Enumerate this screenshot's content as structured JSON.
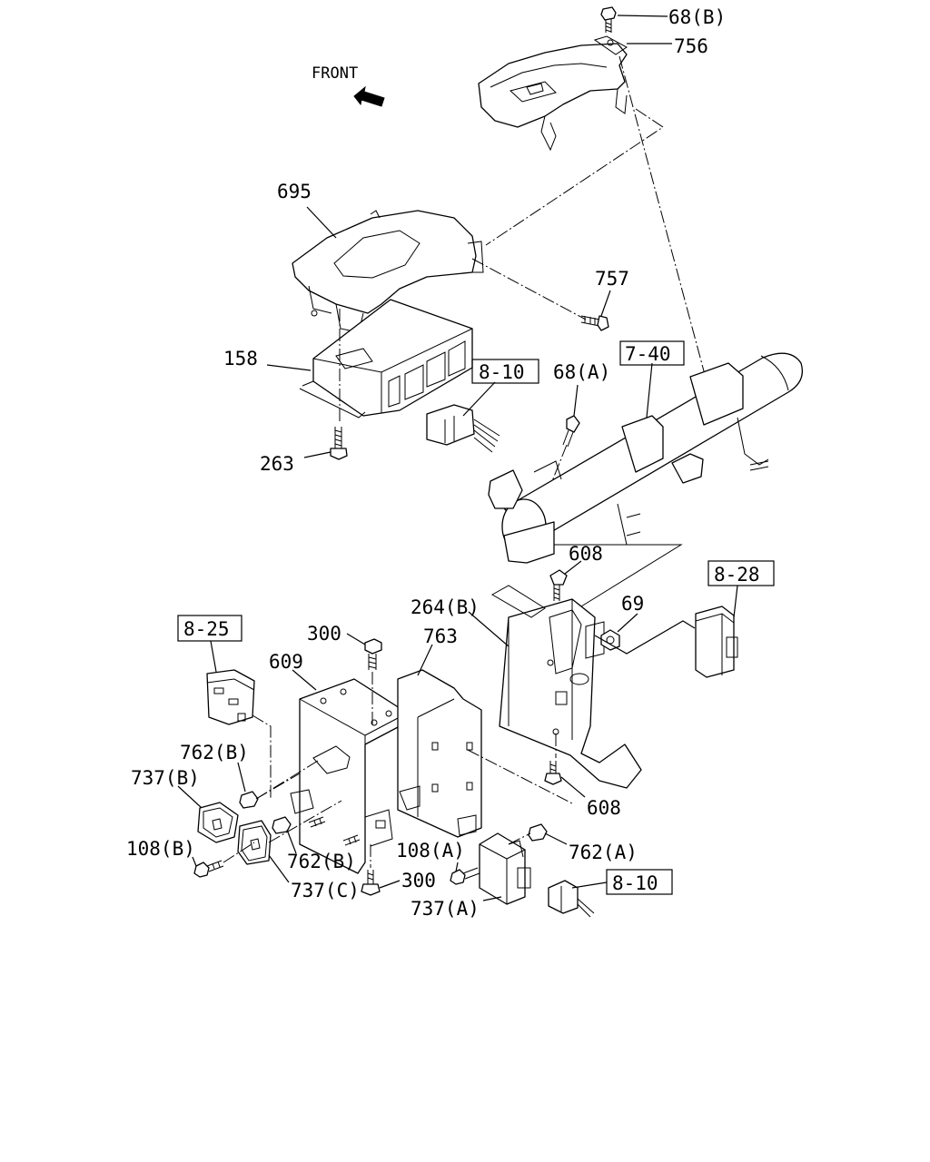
{
  "front_label": "FRONT",
  "callouts": {
    "c68b": "68(B)",
    "c756": "756",
    "c695": "695",
    "c757": "757",
    "c158": "158",
    "c7_40": "7-40",
    "c8_10_top": "8-10",
    "c68a": "68(A)",
    "c263": "263",
    "c608_top": "608",
    "c8_28": "8-28",
    "c264b": "264(B)",
    "c69": "69",
    "c8_25": "8-25",
    "c300_top": "300",
    "c763": "763",
    "c609": "609",
    "c762b_top": "762(B)",
    "c737b": "737(B)",
    "c608_bottom": "608",
    "c108b": "108(B)",
    "c762b_bottom": "762(B)",
    "c108a": "108(A)",
    "c762a": "762(A)",
    "c737c": "737(C)",
    "c300_bottom": "300",
    "c8_10_bottom": "8-10",
    "c737a": "737(A)"
  }
}
